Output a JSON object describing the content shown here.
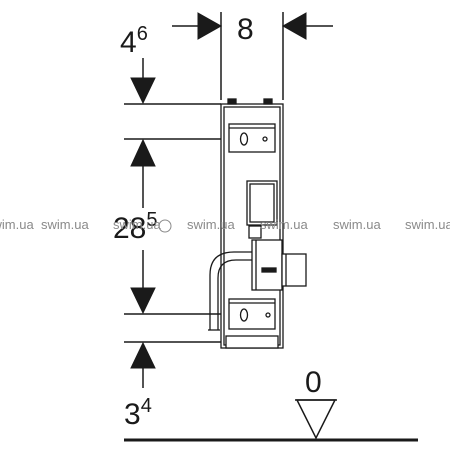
{
  "dimensions": {
    "depth_small": {
      "main": "4",
      "sup": "6"
    },
    "width": "8",
    "height_mid": {
      "main": "28",
      "sup": "5"
    },
    "bottom_offset": {
      "main": "3",
      "sup": "4"
    },
    "floor_level": "0"
  },
  "watermarks": [
    "swim.ua",
    "swim.ua",
    "swim.ua",
    "swim.ua",
    "swim.ua",
    "swim.ua"
  ],
  "colors": {
    "line": "#1a1a1a",
    "watermark": "#8a8a8a",
    "background": "#ffffff"
  }
}
